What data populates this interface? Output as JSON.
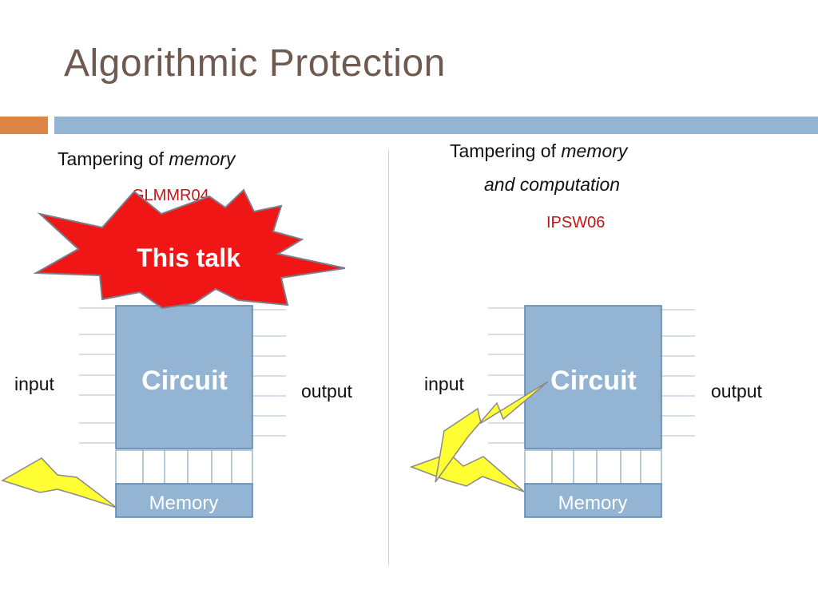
{
  "slide": {
    "title": "Algorithmic Protection",
    "colors": {
      "title": "#6e5a4f",
      "accent_bar": "#dd8547",
      "main_bar": "#93b5d3",
      "box_fill": "#93b5d3",
      "box_stroke": "#5a84ad",
      "star_fill": "#f01616",
      "bolt_fill": "#ffff33",
      "citation": "#c0171a"
    }
  },
  "left": {
    "heading_prefix": "Tampering of ",
    "heading_emph": "memory",
    "citation": "GLMMR04",
    "starburst_text": "This talk",
    "circuit_label": "Circuit",
    "memory_label": "Memory",
    "input_label": "input",
    "output_label": "output"
  },
  "right": {
    "heading_prefix": "Tampering of ",
    "heading_emph": "memory",
    "heading_line2": "and computation",
    "citation": "IPSW06",
    "circuit_label": "Circuit",
    "memory_label": "Memory",
    "input_label": "input",
    "output_label": "output"
  }
}
